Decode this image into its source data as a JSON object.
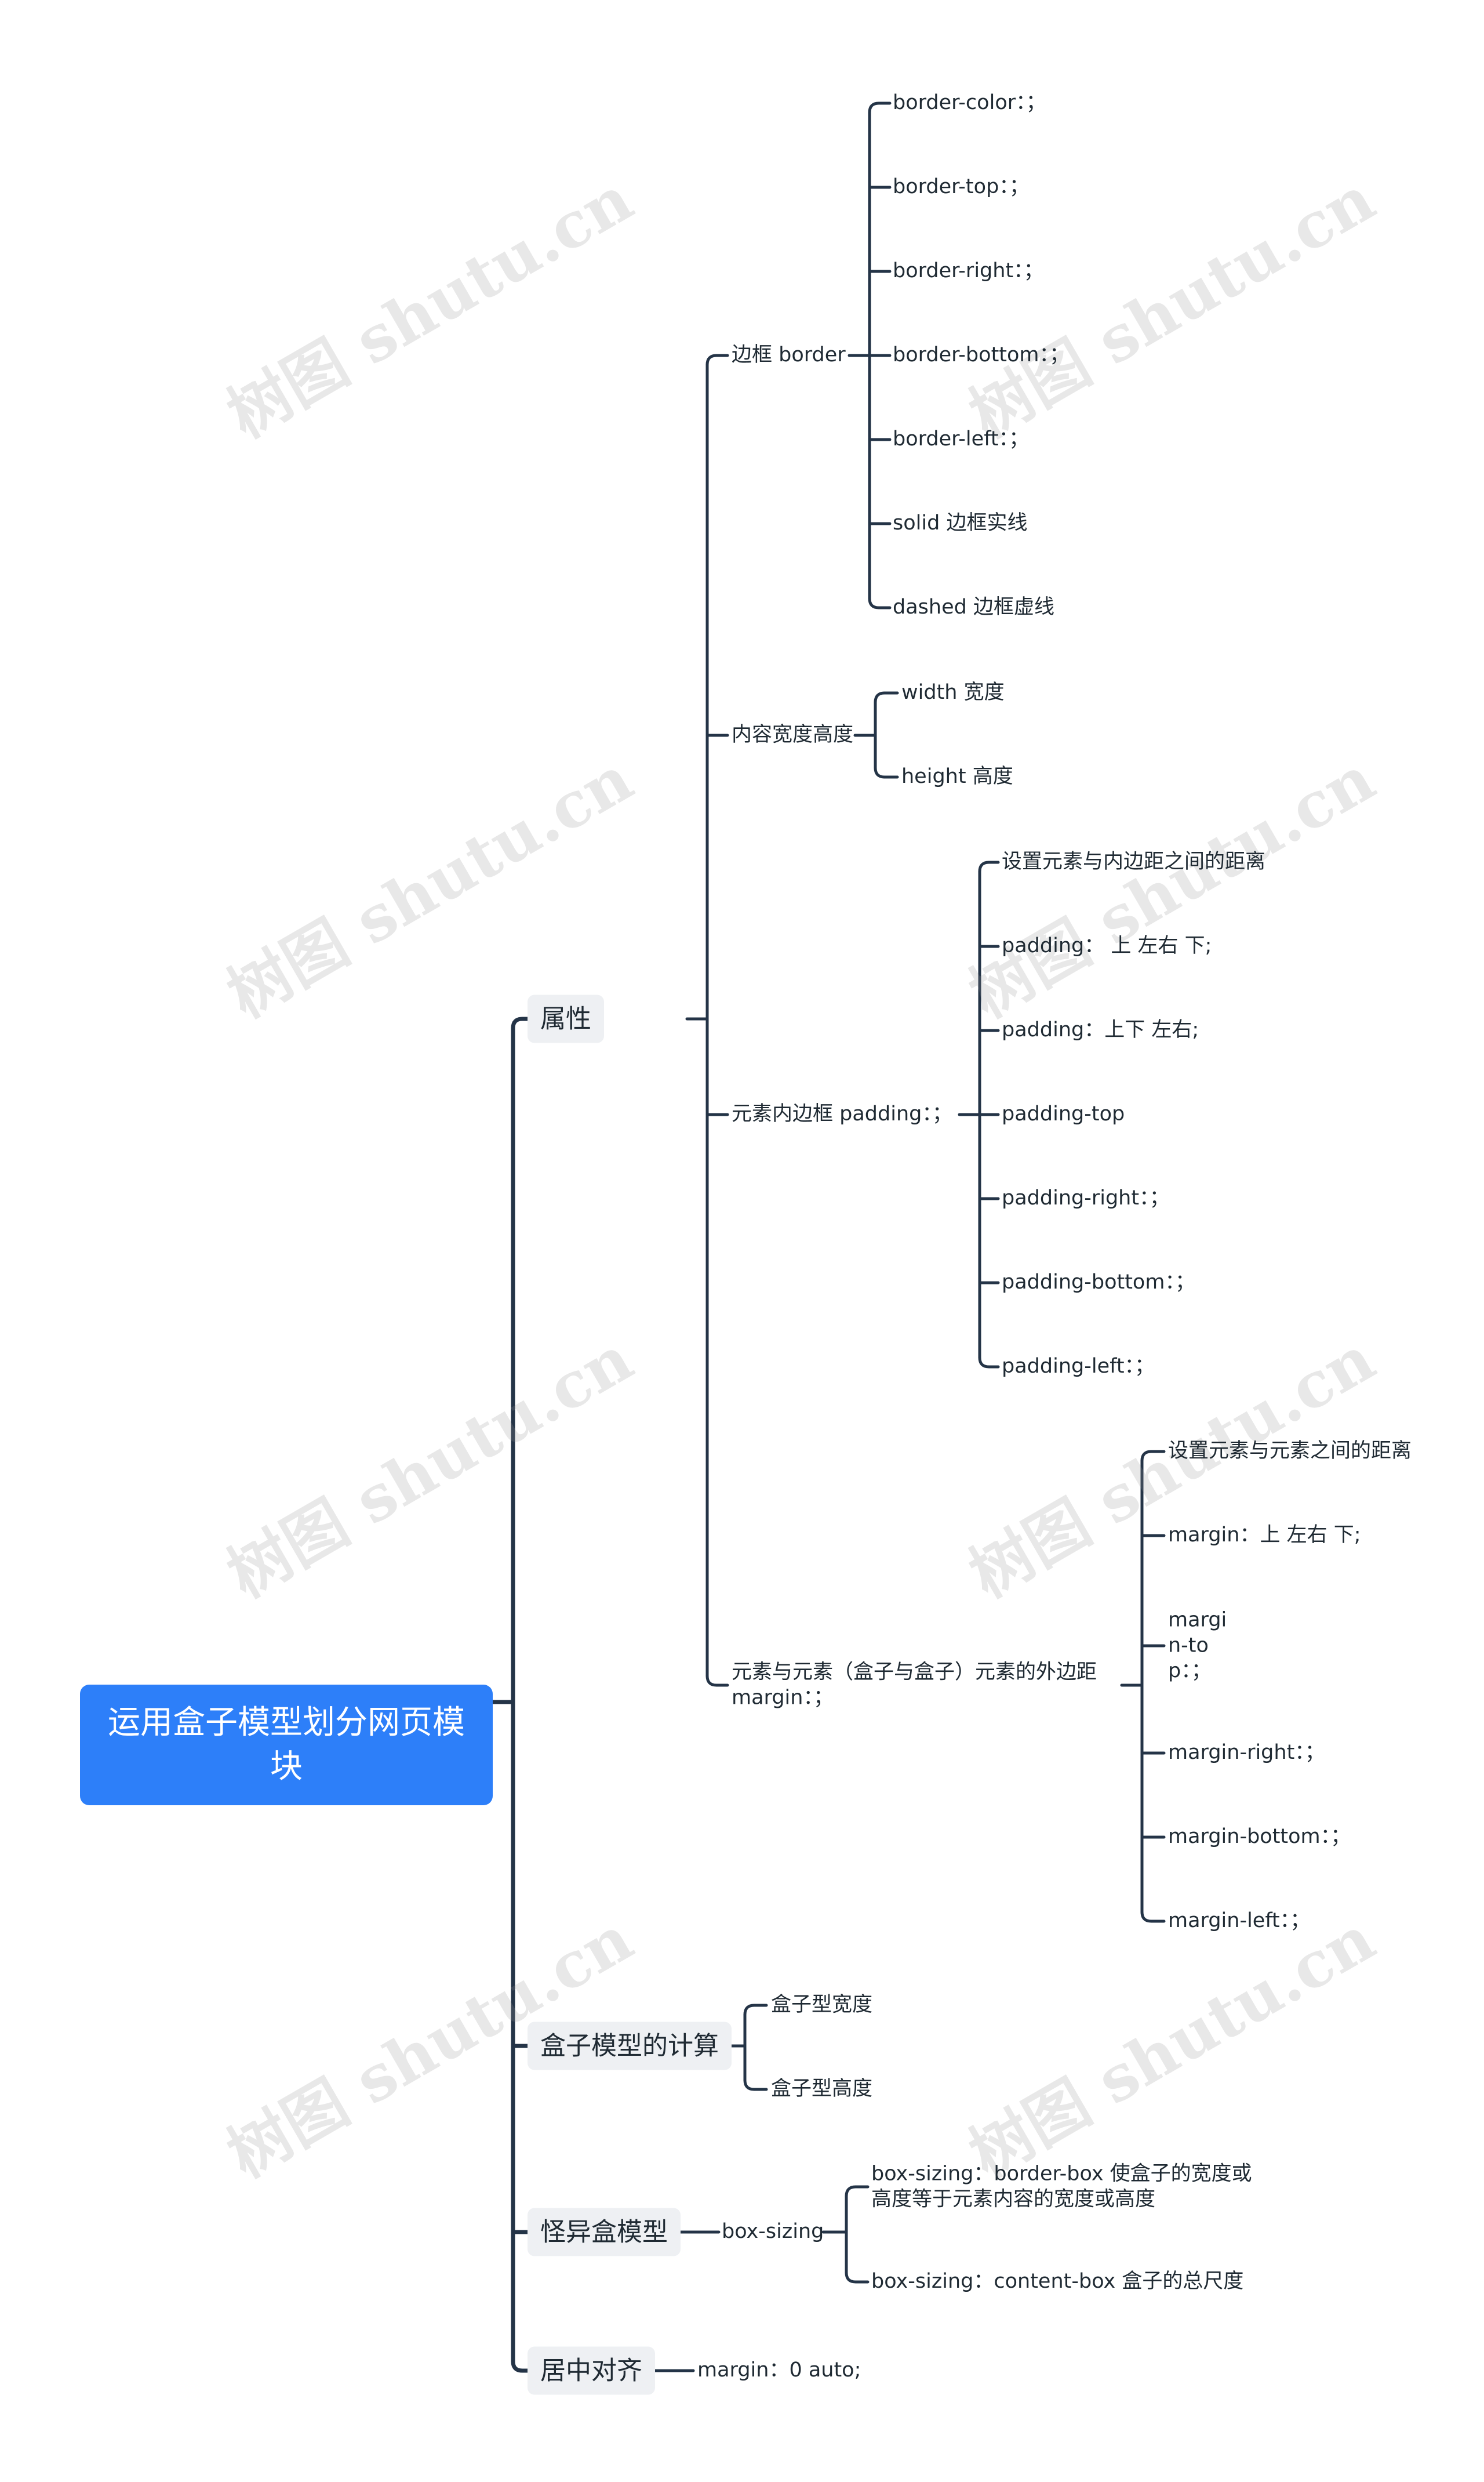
{
  "root": "运用盒子模型划分网页模块",
  "watermark": "树图 shutu.cn",
  "l1": {
    "attr": "属性",
    "calc": "盒子模型的计算",
    "quirk": "怪异盒模型",
    "center": "居中对齐"
  },
  "border": {
    "label": "边框 border",
    "items": [
      "border-color：；",
      "border-top：；",
      "border-right：；",
      "border-bottom：；",
      "border-left：；",
      "solid 边框实线",
      "dashed 边框虚线"
    ]
  },
  "content": {
    "label": "内容宽度高度",
    "items": [
      "width 宽度",
      "height 高度"
    ]
  },
  "padding": {
    "label": "元素内边框 padding：；",
    "items": [
      "设置元素与内边距之间的距离",
      "padding： 上 左右 下;",
      "padding：上下 左右;",
      "padding-top",
      "padding-right：；",
      "padding-bottom：；",
      "padding-left：；"
    ]
  },
  "margin": {
    "label": "元素与元素（盒子与盒子）元素的外边距 margin：；",
    "items": [
      "设置元素与元素之间的距离",
      "margin：上 左右 下;",
      "margin-top：；",
      "margin-right：；",
      "margin-bottom：；",
      "margin-left：；"
    ]
  },
  "calc": {
    "items": [
      "盒子型宽度",
      "盒子型高度"
    ]
  },
  "quirk": {
    "label": "box-sizing",
    "items": [
      "box-sizing：border-box 使盒子的宽度或高度等于元素内容的宽度或高度",
      "box-sizing：content-box 盒子的总尺度"
    ]
  },
  "center": {
    "items": [
      "margin：0 auto;"
    ]
  }
}
